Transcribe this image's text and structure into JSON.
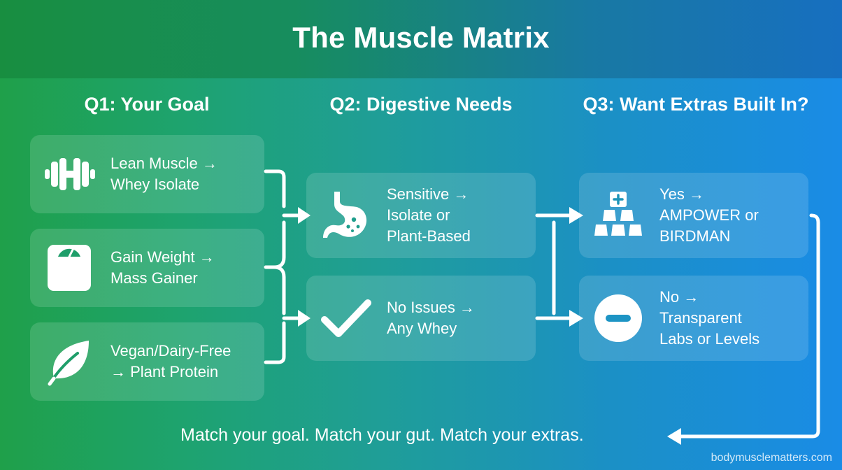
{
  "title": "The Muscle Matrix",
  "columns": [
    {
      "heading": "Q1: Your Goal"
    },
    {
      "heading": "Q2: Digestive Needs"
    },
    {
      "heading": "Q3: Want Extras Built In?"
    }
  ],
  "q1": [
    {
      "icon": "dumbbell-icon",
      "text": "Lean Muscle →\nWhey Isolate"
    },
    {
      "icon": "scale-icon",
      "text": "Gain Weight →\nMass Gainer"
    },
    {
      "icon": "leaf-icon",
      "text": "Vegan/Dairy-Free\n→ Plant Protein"
    }
  ],
  "q2": [
    {
      "icon": "stomach-icon",
      "text": "Sensitive →\nIsolate or\nPlant-Based"
    },
    {
      "icon": "checkmark-icon",
      "text": "No Issues →\nAny Whey"
    }
  ],
  "q3": [
    {
      "icon": "stacked-blocks-plus-icon",
      "text": "Yes →\nAMPOWER or\nBIRDMAN"
    },
    {
      "icon": "minus-circle-icon",
      "text": "No →\nTransparent\nLabs or Levels"
    }
  ],
  "tagline": "Match your goal. Match your gut. Match your extras.",
  "site": "bodymusclematters.com"
}
